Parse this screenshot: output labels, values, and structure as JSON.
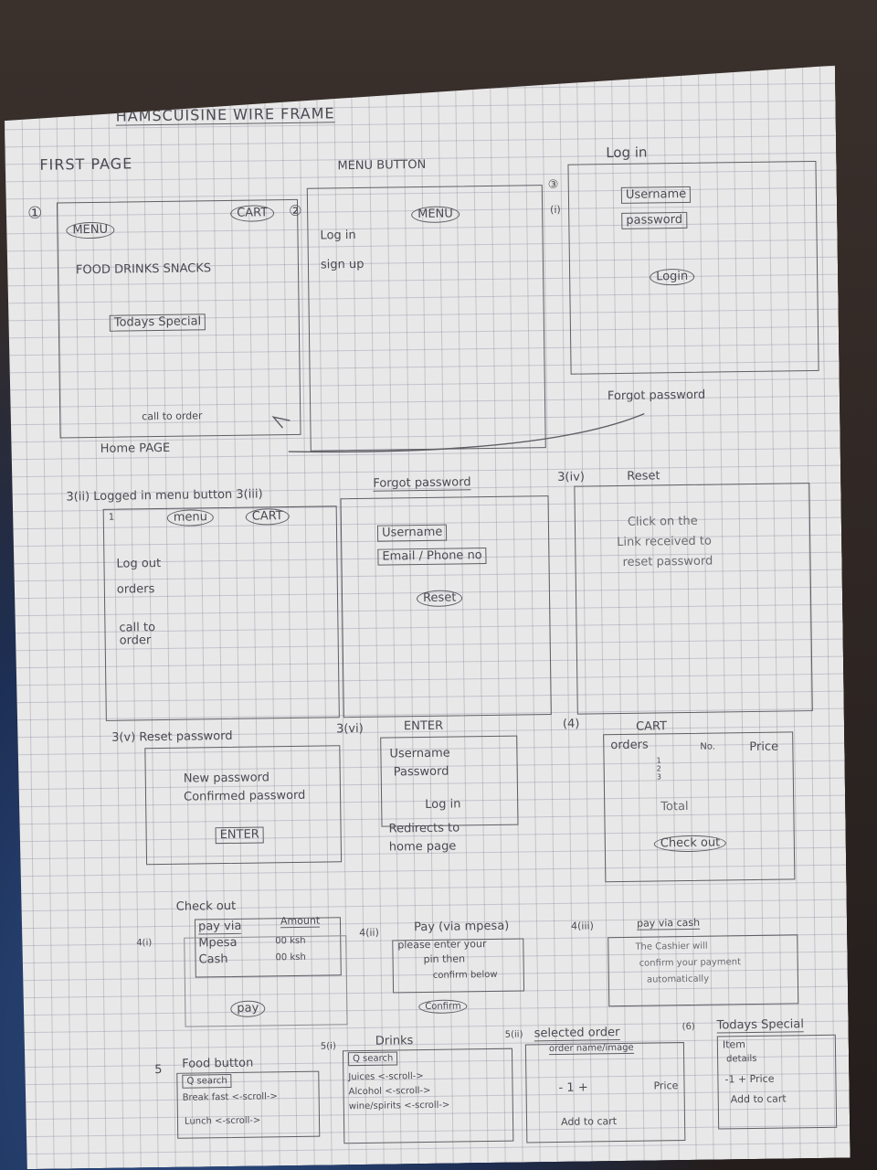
{
  "title": "HAMSCUISINE WIRE FRAME",
  "first_page": {
    "heading": "FIRST PAGE",
    "num": "①",
    "menu": "MENU",
    "cart": "CART",
    "categories": "FOOD   DRINKS  SNACKS",
    "todays_special": "Todays Special",
    "call_to_order": "call to order",
    "home_page": "Home PAGE"
  },
  "menu_button": {
    "heading": "MENU BUTTON",
    "num": "②",
    "menu": "MENU",
    "login": "Log in",
    "signup": "sign up"
  },
  "login": {
    "heading": "Log in",
    "num": "③",
    "num2": "(i)",
    "username": "Username",
    "password": "password",
    "login_btn": "Login",
    "forgot": "Forgot password"
  },
  "logged_in": {
    "heading": "3(ii) Logged in  menu button  3(iii)",
    "num": "1",
    "menu": "menu",
    "cart": "CART",
    "logout": "Log out",
    "orders": "orders",
    "call_to_order": "call to order"
  },
  "forgot_password": {
    "heading": "Forgot password",
    "username": "Username",
    "email_phone": "Email / Phone no",
    "reset_btn": "Reset"
  },
  "reset": {
    "num": "3(iv)",
    "heading": "Reset",
    "text1": "Click on the",
    "text2": "Link received to",
    "text3": "reset password"
  },
  "reset_password": {
    "heading": "3(v)  Reset password",
    "new_password": "New password",
    "confirm": "Confirmed password",
    "enter_btn": "ENTER"
  },
  "enter": {
    "num": "3(vi)",
    "heading": "ENTER",
    "username": "Username",
    "password": "Password",
    "login": "Log in",
    "redirects1": "Redirects to",
    "redirects2": "home page"
  },
  "cart": {
    "num": "(4)",
    "heading": "CART",
    "orders": "orders",
    "no": "No.",
    "price": "Price",
    "list": "1\n2\n3",
    "total": "Total",
    "checkout_btn": "Check out"
  },
  "checkout": {
    "num": "4(i)",
    "heading": "Check out",
    "pay_via": "pay via",
    "amount": "Amount",
    "mpesa": "Mpesa",
    "cash": "Cash",
    "amt1": "00 ksh",
    "amt2": "00 ksh",
    "pay_btn": "pay"
  },
  "pay_mpesa": {
    "num": "4(ii)",
    "heading": "Pay (via mpesa)",
    "text1": "please enter your",
    "text2": "pin then",
    "text3": "confirm below",
    "confirm_btn": "Confirm"
  },
  "pay_cash": {
    "num": "4(iii)",
    "heading": "pay via cash",
    "text1": "The Cashier will",
    "text2": "confirm your payment",
    "text3": "automatically"
  },
  "food_button": {
    "num": "5",
    "heading": "Food  button",
    "search": "Q search",
    "breakfast": "Break fast  <-scroll->",
    "lunch": "Lunch   <-scroll->"
  },
  "drinks": {
    "num": "5(i)",
    "heading": "Drinks",
    "search": "Q search",
    "juices": "Juices   <-scroll->",
    "alcohol": "Alcohol  <-scroll->",
    "wine": "wine/spirits <-scroll->"
  },
  "selected_order": {
    "num": "5(ii)",
    "heading": "selected order",
    "name_image": "order name/image",
    "qty": "-  1  +",
    "price": "Price",
    "add_cart": "Add to cart"
  },
  "todays_special": {
    "num": "(6)",
    "heading": "Todays Special",
    "item": "Item",
    "details": "details",
    "qty_price": "-1 + Price",
    "add_cart": "Add to cart"
  }
}
